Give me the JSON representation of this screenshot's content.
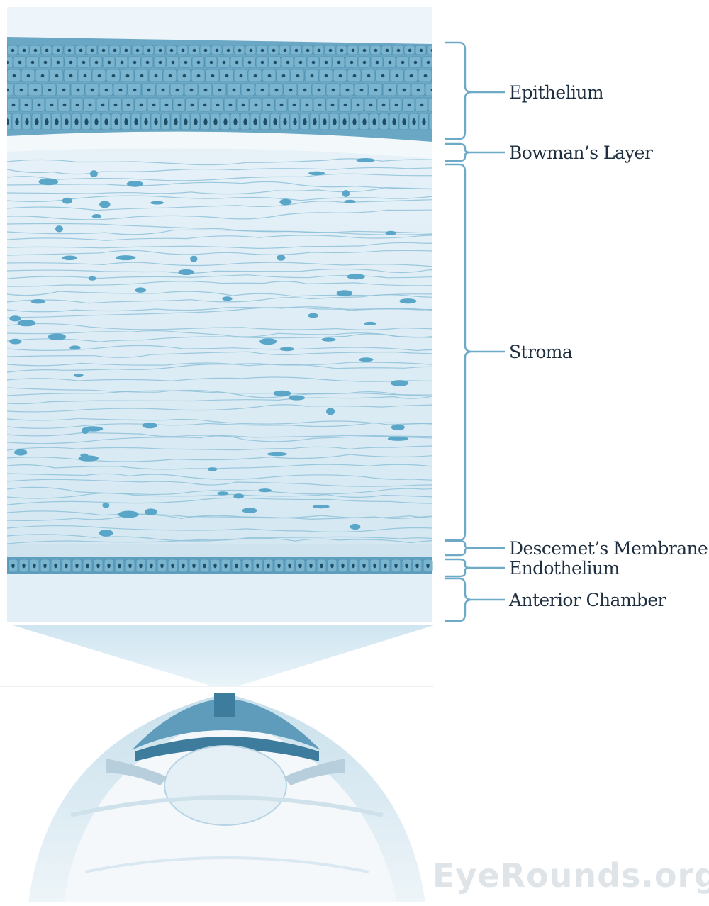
{
  "layers": [
    {
      "key": "epithelium",
      "label": "Epithelium"
    },
    {
      "key": "bowman",
      "label": "Bowman’s Layer"
    },
    {
      "key": "stroma",
      "label": "Stroma"
    },
    {
      "key": "descemet",
      "label": "Descemet’s Membrane"
    },
    {
      "key": "endothelium",
      "label": "Endothelium"
    },
    {
      "key": "anterior-chamber",
      "label": "Anterior Chamber"
    }
  ],
  "watermark": "EyeRounds.org",
  "colors": {
    "panel": "#dfeef6",
    "epithelium": "#5e9fbf",
    "cell_nucleus": "#1d4e68",
    "stroma_line": "#8ec1d8",
    "keratocyte": "#5aa6c9",
    "bracket": "#6ea9c7",
    "label_text": "#1f2f3f",
    "watermark": "#dfe4e8"
  }
}
